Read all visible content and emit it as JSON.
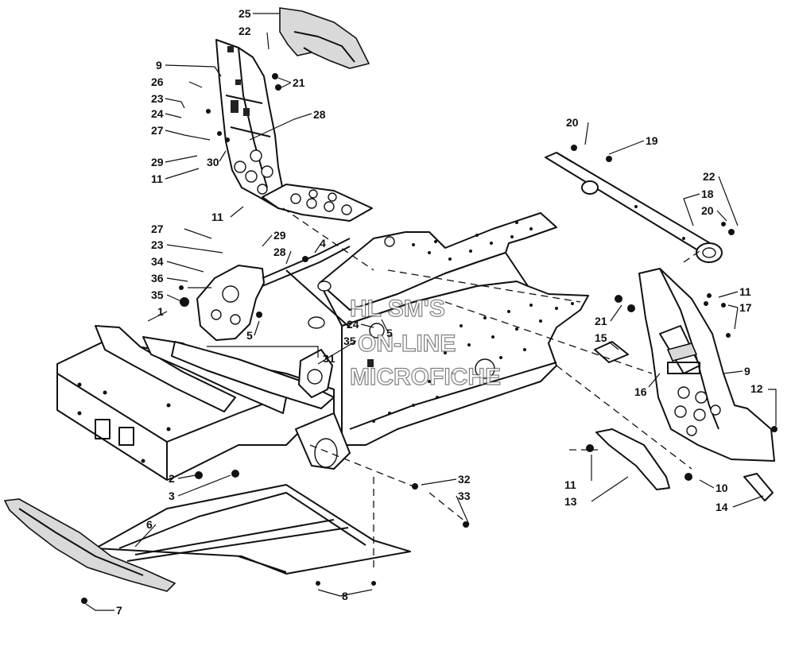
{
  "watermark": {
    "line1": "HL SM'S",
    "line2": "ON-LINE",
    "line3": "MICROFICHE"
  },
  "callouts": [
    {
      "id": "c25",
      "text": "25"
    },
    {
      "id": "c22a",
      "text": "22"
    },
    {
      "id": "c9a",
      "text": "9"
    },
    {
      "id": "c26",
      "text": "26"
    },
    {
      "id": "c21a",
      "text": "21"
    },
    {
      "id": "c23a",
      "text": "23"
    },
    {
      "id": "c24a",
      "text": "24"
    },
    {
      "id": "c28a",
      "text": "28"
    },
    {
      "id": "c27a",
      "text": "27"
    },
    {
      "id": "c29a",
      "text": "29"
    },
    {
      "id": "c30",
      "text": "30"
    },
    {
      "id": "c11a",
      "text": "11"
    },
    {
      "id": "c11b",
      "text": "11"
    },
    {
      "id": "c27b",
      "text": "27"
    },
    {
      "id": "c29b",
      "text": "29"
    },
    {
      "id": "c23b",
      "text": "23"
    },
    {
      "id": "c28b",
      "text": "28"
    },
    {
      "id": "c4",
      "text": "4"
    },
    {
      "id": "c34",
      "text": "34"
    },
    {
      "id": "c36",
      "text": "36"
    },
    {
      "id": "c35a",
      "text": "35"
    },
    {
      "id": "c1",
      "text": "1"
    },
    {
      "id": "c5a",
      "text": "5"
    },
    {
      "id": "c24b",
      "text": "24"
    },
    {
      "id": "c35b",
      "text": "35"
    },
    {
      "id": "c5b",
      "text": "5"
    },
    {
      "id": "c31",
      "text": "31"
    },
    {
      "id": "c2",
      "text": "2"
    },
    {
      "id": "c3",
      "text": "3"
    },
    {
      "id": "c6",
      "text": "6"
    },
    {
      "id": "c7",
      "text": "7"
    },
    {
      "id": "c8",
      "text": "8"
    },
    {
      "id": "c32",
      "text": "32"
    },
    {
      "id": "c33",
      "text": "33"
    },
    {
      "id": "c20a",
      "text": "20"
    },
    {
      "id": "c19",
      "text": "19"
    },
    {
      "id": "c22b",
      "text": "22"
    },
    {
      "id": "c18",
      "text": "18"
    },
    {
      "id": "c20b",
      "text": "20"
    },
    {
      "id": "c11c",
      "text": "11"
    },
    {
      "id": "c17",
      "text": "17"
    },
    {
      "id": "c21b",
      "text": "21"
    },
    {
      "id": "c15",
      "text": "15"
    },
    {
      "id": "c16",
      "text": "16"
    },
    {
      "id": "c9b",
      "text": "9"
    },
    {
      "id": "c12",
      "text": "12"
    },
    {
      "id": "c11d",
      "text": "11"
    },
    {
      "id": "c13",
      "text": "13"
    },
    {
      "id": "c10",
      "text": "10"
    },
    {
      "id": "c14",
      "text": "14"
    }
  ]
}
